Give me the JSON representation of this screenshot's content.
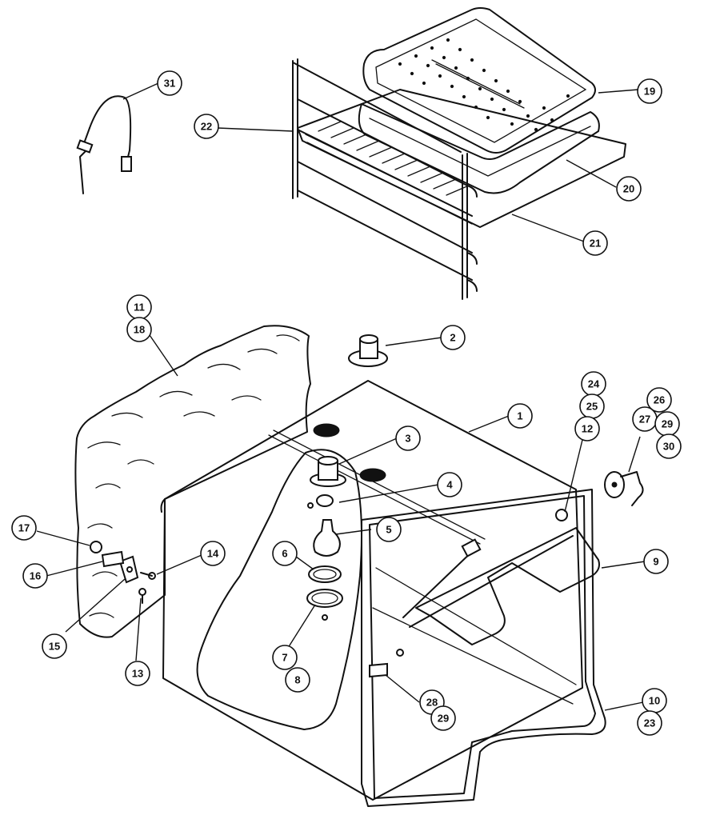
{
  "callouts": [
    {
      "id": "c1",
      "label": "1"
    },
    {
      "id": "c2",
      "label": "2"
    },
    {
      "id": "c3",
      "label": "3"
    },
    {
      "id": "c4",
      "label": "4"
    },
    {
      "id": "c5",
      "label": "5"
    },
    {
      "id": "c6",
      "label": "6"
    },
    {
      "id": "c7",
      "label": "7"
    },
    {
      "id": "c8",
      "label": "8"
    },
    {
      "id": "c9",
      "label": "9"
    },
    {
      "id": "c10",
      "label": "10"
    },
    {
      "id": "c11",
      "label": "11"
    },
    {
      "id": "c12",
      "label": "12"
    },
    {
      "id": "c13",
      "label": "13"
    },
    {
      "id": "c14",
      "label": "14"
    },
    {
      "id": "c15",
      "label": "15"
    },
    {
      "id": "c16",
      "label": "16"
    },
    {
      "id": "c17",
      "label": "17"
    },
    {
      "id": "c18",
      "label": "18"
    },
    {
      "id": "c19",
      "label": "19"
    },
    {
      "id": "c20",
      "label": "20"
    },
    {
      "id": "c21",
      "label": "21"
    },
    {
      "id": "c22",
      "label": "22"
    },
    {
      "id": "c23",
      "label": "23"
    },
    {
      "id": "c24",
      "label": "24"
    },
    {
      "id": "c25",
      "label": "25"
    },
    {
      "id": "c26",
      "label": "26"
    },
    {
      "id": "c27",
      "label": "27"
    },
    {
      "id": "c28",
      "label": "28"
    },
    {
      "id": "c29a",
      "label": "29"
    },
    {
      "id": "c29b",
      "label": "29"
    },
    {
      "id": "c30",
      "label": "30"
    },
    {
      "id": "c31",
      "label": "31"
    }
  ]
}
